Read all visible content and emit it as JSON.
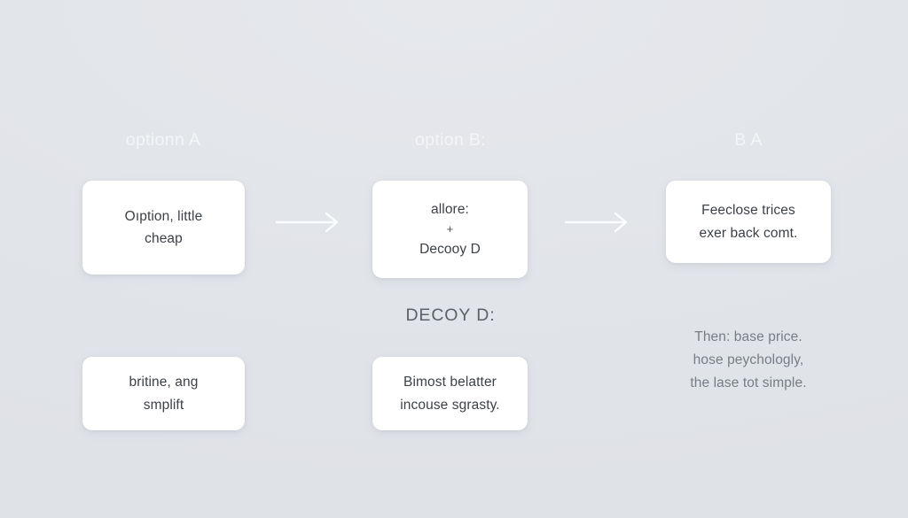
{
  "diagram": {
    "background_color": "#e3e6ea",
    "card_color": "#ffffff",
    "header_color": "#f3f5f7",
    "body_text_color": "#3c4148",
    "muted_text_color": "#767d86",
    "columns": [
      {
        "id": "column-a",
        "header": "optionn A",
        "primary_card": {
          "lines": [
            "Oıption, little",
            "cheap"
          ]
        },
        "secondary_card": {
          "lines": [
            "britine, ang",
            "smplift"
          ]
        }
      },
      {
        "id": "column-b",
        "header": "option B:",
        "primary_card": {
          "lines": [
            "allore:",
            "+",
            "Decooy D"
          ]
        },
        "sub_header": "DECOY D:",
        "secondary_card": {
          "lines": [
            "Bimost belatter",
            "incouse sgrasty."
          ]
        }
      },
      {
        "id": "column-c",
        "header": "B A",
        "primary_card": {
          "lines": [
            "Feeclose trices",
            "exer back comt."
          ]
        },
        "note": {
          "lines": [
            "Then: base price.",
            "hose peychologly,",
            "the lase tot simple."
          ]
        }
      }
    ],
    "connectors": [
      {
        "id": "arrow-1",
        "icon": "arrow-right-icon",
        "from": "column-a",
        "to": "column-b"
      },
      {
        "id": "arrow-2",
        "icon": "arrow-right-icon",
        "from": "column-b",
        "to": "column-c"
      }
    ]
  }
}
